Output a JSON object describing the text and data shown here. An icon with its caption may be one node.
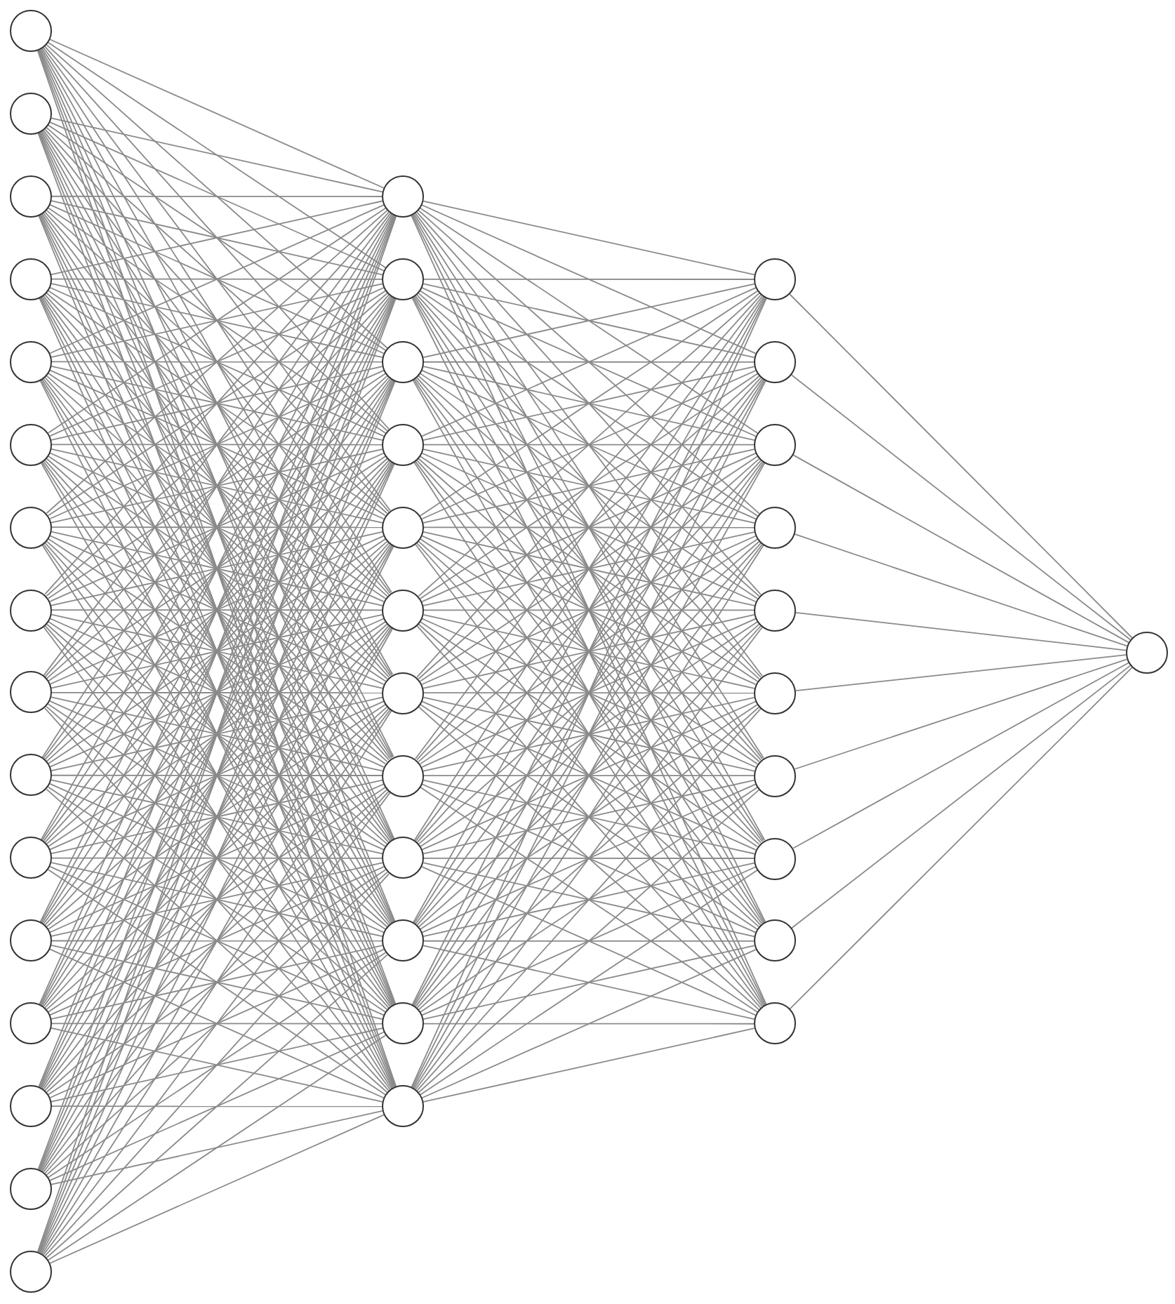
{
  "diagram": {
    "nodes": [
      {
        "text": [],
        "shape": "circle"
      },
      {
        "text": [],
        "shape": "circle"
      },
      {
        "text": [],
        "shape": "circle"
      },
      {
        "text": [],
        "shape": "circle"
      },
      {
        "text": [],
        "shape": "circle"
      },
      {
        "text": [],
        "shape": "circle"
      },
      {
        "text": [],
        "shape": "circle"
      },
      {
        "text": [],
        "shape": "circle"
      },
      {
        "text": [],
        "shape": "circle"
      },
      {
        "text": [],
        "shape": "circle"
      },
      {
        "text": [],
        "shape": "circle"
      },
      {
        "text": [],
        "shape": "circle"
      },
      {
        "text": [],
        "shape": "circle"
      },
      {
        "text": [],
        "shape": "circle"
      },
      {
        "text": [],
        "shape": "circle"
      },
      {
        "text": [],
        "shape": "circle"
      },
      {
        "text": [],
        "shape": "circle"
      },
      {
        "text": [],
        "shape": "circle"
      },
      {
        "text": [],
        "shape": "circle"
      },
      {
        "text": [],
        "shape": "circle"
      },
      {
        "text": [],
        "shape": "circle"
      },
      {
        "text": [],
        "shape": "circle"
      },
      {
        "text": [],
        "shape": "circle"
      },
      {
        "text": [],
        "shape": "circle"
      },
      {
        "text": [],
        "shape": "circle"
      },
      {
        "text": [],
        "shape": "circle"
      },
      {
        "text": [],
        "shape": "circle"
      },
      {
        "text": [],
        "shape": "circle"
      },
      {
        "text": [],
        "shape": "circle"
      },
      {
        "text": [],
        "shape": "circle"
      },
      {
        "text": [],
        "shape": "circle"
      },
      {
        "text": [],
        "shape": "circle"
      },
      {
        "text": [],
        "shape": "circle"
      },
      {
        "text": [],
        "shape": "circle"
      },
      {
        "text": [],
        "shape": "circle"
      },
      {
        "text": [],
        "shape": "circle"
      },
      {
        "text": [],
        "shape": "circle"
      },
      {
        "text": [],
        "shape": "circle"
      },
      {
        "text": [],
        "shape": "circle"
      }
    ],
    "edges": [
      {
        "from": 0,
        "to": 16,
        "arrow": "none"
      },
      {
        "from": 0,
        "to": 17,
        "arrow": "none"
      },
      {
        "from": 0,
        "to": 18,
        "arrow": "none"
      },
      {
        "from": 0,
        "to": 19,
        "arrow": "none"
      },
      {
        "from": 0,
        "to": 20,
        "arrow": "none"
      },
      {
        "from": 0,
        "to": 21,
        "arrow": "none"
      },
      {
        "from": 0,
        "to": 22,
        "arrow": "none"
      },
      {
        "from": 0,
        "to": 23,
        "arrow": "none"
      },
      {
        "from": 0,
        "to": 24,
        "arrow": "none"
      },
      {
        "from": 0,
        "to": 25,
        "arrow": "none"
      },
      {
        "from": 0,
        "to": 26,
        "arrow": "none"
      },
      {
        "from": 0,
        "to": 27,
        "arrow": "none"
      },
      {
        "from": 1,
        "to": 16,
        "arrow": "none"
      },
      {
        "from": 1,
        "to": 17,
        "arrow": "none"
      },
      {
        "from": 1,
        "to": 18,
        "arrow": "none"
      },
      {
        "from": 1,
        "to": 19,
        "arrow": "none"
      },
      {
        "from": 1,
        "to": 20,
        "arrow": "none"
      },
      {
        "from": 1,
        "to": 21,
        "arrow": "none"
      },
      {
        "from": 1,
        "to": 22,
        "arrow": "none"
      },
      {
        "from": 1,
        "to": 23,
        "arrow": "none"
      },
      {
        "from": 1,
        "to": 24,
        "arrow": "none"
      },
      {
        "from": 1,
        "to": 25,
        "arrow": "none"
      },
      {
        "from": 1,
        "to": 26,
        "arrow": "none"
      },
      {
        "from": 1,
        "to": 27,
        "arrow": "none"
      },
      {
        "from": 2,
        "to": 16,
        "arrow": "none"
      },
      {
        "from": 2,
        "to": 17,
        "arrow": "none"
      },
      {
        "from": 2,
        "to": 18,
        "arrow": "none"
      },
      {
        "from": 2,
        "to": 19,
        "arrow": "none"
      },
      {
        "from": 2,
        "to": 20,
        "arrow": "none"
      },
      {
        "from": 2,
        "to": 21,
        "arrow": "none"
      },
      {
        "from": 2,
        "to": 22,
        "arrow": "none"
      },
      {
        "from": 2,
        "to": 23,
        "arrow": "none"
      },
      {
        "from": 2,
        "to": 24,
        "arrow": "none"
      },
      {
        "from": 2,
        "to": 25,
        "arrow": "none"
      },
      {
        "from": 2,
        "to": 26,
        "arrow": "none"
      },
      {
        "from": 2,
        "to": 27,
        "arrow": "none"
      },
      {
        "from": 3,
        "to": 16,
        "arrow": "none"
      },
      {
        "from": 3,
        "to": 17,
        "arrow": "none"
      },
      {
        "from": 3,
        "to": 18,
        "arrow": "none"
      },
      {
        "from": 3,
        "to": 19,
        "arrow": "none"
      },
      {
        "from": 3,
        "to": 20,
        "arrow": "none"
      },
      {
        "from": 3,
        "to": 21,
        "arrow": "none"
      },
      {
        "from": 3,
        "to": 22,
        "arrow": "none"
      },
      {
        "from": 3,
        "to": 23,
        "arrow": "none"
      },
      {
        "from": 3,
        "to": 24,
        "arrow": "none"
      },
      {
        "from": 3,
        "to": 25,
        "arrow": "none"
      },
      {
        "from": 3,
        "to": 26,
        "arrow": "none"
      },
      {
        "from": 3,
        "to": 27,
        "arrow": "none"
      },
      {
        "from": 4,
        "to": 16,
        "arrow": "none"
      },
      {
        "from": 4,
        "to": 17,
        "arrow": "none"
      },
      {
        "from": 4,
        "to": 18,
        "arrow": "none"
      },
      {
        "from": 4,
        "to": 19,
        "arrow": "none"
      },
      {
        "from": 4,
        "to": 20,
        "arrow": "none"
      },
      {
        "from": 4,
        "to": 21,
        "arrow": "none"
      },
      {
        "from": 4,
        "to": 22,
        "arrow": "none"
      },
      {
        "from": 4,
        "to": 23,
        "arrow": "none"
      },
      {
        "from": 4,
        "to": 24,
        "arrow": "none"
      },
      {
        "from": 4,
        "to": 25,
        "arrow": "none"
      },
      {
        "from": 4,
        "to": 26,
        "arrow": "none"
      },
      {
        "from": 4,
        "to": 27,
        "arrow": "none"
      },
      {
        "from": 5,
        "to": 16,
        "arrow": "none"
      },
      {
        "from": 5,
        "to": 17,
        "arrow": "none"
      },
      {
        "from": 5,
        "to": 18,
        "arrow": "none"
      },
      {
        "from": 5,
        "to": 19,
        "arrow": "none"
      },
      {
        "from": 5,
        "to": 20,
        "arrow": "none"
      },
      {
        "from": 5,
        "to": 21,
        "arrow": "none"
      },
      {
        "from": 5,
        "to": 22,
        "arrow": "none"
      },
      {
        "from": 5,
        "to": 23,
        "arrow": "none"
      },
      {
        "from": 5,
        "to": 24,
        "arrow": "none"
      },
      {
        "from": 5,
        "to": 25,
        "arrow": "none"
      },
      {
        "from": 5,
        "to": 26,
        "arrow": "none"
      },
      {
        "from": 5,
        "to": 27,
        "arrow": "none"
      },
      {
        "from": 6,
        "to": 16,
        "arrow": "none"
      },
      {
        "from": 6,
        "to": 17,
        "arrow": "none"
      },
      {
        "from": 6,
        "to": 18,
        "arrow": "none"
      },
      {
        "from": 6,
        "to": 19,
        "arrow": "none"
      },
      {
        "from": 6,
        "to": 20,
        "arrow": "none"
      },
      {
        "from": 6,
        "to": 21,
        "arrow": "none"
      },
      {
        "from": 6,
        "to": 22,
        "arrow": "none"
      },
      {
        "from": 6,
        "to": 23,
        "arrow": "none"
      },
      {
        "from": 6,
        "to": 24,
        "arrow": "none"
      },
      {
        "from": 6,
        "to": 25,
        "arrow": "none"
      },
      {
        "from": 6,
        "to": 26,
        "arrow": "none"
      },
      {
        "from": 6,
        "to": 27,
        "arrow": "none"
      },
      {
        "from": 7,
        "to": 16,
        "arrow": "none"
      },
      {
        "from": 7,
        "to": 17,
        "arrow": "none"
      },
      {
        "from": 7,
        "to": 18,
        "arrow": "none"
      },
      {
        "from": 7,
        "to": 19,
        "arrow": "none"
      },
      {
        "from": 7,
        "to": 20,
        "arrow": "none"
      },
      {
        "from": 7,
        "to": 21,
        "arrow": "none"
      },
      {
        "from": 7,
        "to": 22,
        "arrow": "none"
      },
      {
        "from": 7,
        "to": 23,
        "arrow": "none"
      },
      {
        "from": 7,
        "to": 24,
        "arrow": "none"
      },
      {
        "from": 7,
        "to": 25,
        "arrow": "none"
      },
      {
        "from": 7,
        "to": 26,
        "arrow": "none"
      },
      {
        "from": 7,
        "to": 27,
        "arrow": "none"
      },
      {
        "from": 8,
        "to": 16,
        "arrow": "none"
      },
      {
        "from": 8,
        "to": 17,
        "arrow": "none"
      },
      {
        "from": 8,
        "to": 18,
        "arrow": "none"
      },
      {
        "from": 8,
        "to": 19,
        "arrow": "none"
      },
      {
        "from": 8,
        "to": 20,
        "arrow": "none"
      },
      {
        "from": 8,
        "to": 21,
        "arrow": "none"
      },
      {
        "from": 8,
        "to": 22,
        "arrow": "none"
      },
      {
        "from": 8,
        "to": 23,
        "arrow": "none"
      },
      {
        "from": 8,
        "to": 24,
        "arrow": "none"
      },
      {
        "from": 8,
        "to": 25,
        "arrow": "none"
      },
      {
        "from": 8,
        "to": 26,
        "arrow": "none"
      },
      {
        "from": 8,
        "to": 27,
        "arrow": "none"
      },
      {
        "from": 9,
        "to": 16,
        "arrow": "none"
      },
      {
        "from": 9,
        "to": 17,
        "arrow": "none"
      },
      {
        "from": 9,
        "to": 18,
        "arrow": "none"
      },
      {
        "from": 9,
        "to": 19,
        "arrow": "none"
      },
      {
        "from": 9,
        "to": 20,
        "arrow": "none"
      },
      {
        "from": 9,
        "to": 21,
        "arrow": "none"
      },
      {
        "from": 9,
        "to": 22,
        "arrow": "none"
      },
      {
        "from": 9,
        "to": 23,
        "arrow": "none"
      },
      {
        "from": 9,
        "to": 24,
        "arrow": "none"
      },
      {
        "from": 9,
        "to": 25,
        "arrow": "none"
      },
      {
        "from": 9,
        "to": 26,
        "arrow": "none"
      },
      {
        "from": 9,
        "to": 27,
        "arrow": "none"
      },
      {
        "from": 10,
        "to": 16,
        "arrow": "none"
      },
      {
        "from": 10,
        "to": 17,
        "arrow": "none"
      },
      {
        "from": 10,
        "to": 18,
        "arrow": "none"
      },
      {
        "from": 10,
        "to": 19,
        "arrow": "none"
      },
      {
        "from": 10,
        "to": 20,
        "arrow": "none"
      },
      {
        "from": 10,
        "to": 21,
        "arrow": "none"
      },
      {
        "from": 10,
        "to": 22,
        "arrow": "none"
      },
      {
        "from": 10,
        "to": 23,
        "arrow": "none"
      },
      {
        "from": 10,
        "to": 24,
        "arrow": "none"
      },
      {
        "from": 10,
        "to": 25,
        "arrow": "none"
      },
      {
        "from": 10,
        "to": 26,
        "arrow": "none"
      },
      {
        "from": 10,
        "to": 27,
        "arrow": "none"
      },
      {
        "from": 11,
        "to": 16,
        "arrow": "none"
      },
      {
        "from": 11,
        "to": 17,
        "arrow": "none"
      },
      {
        "from": 11,
        "to": 18,
        "arrow": "none"
      },
      {
        "from": 11,
        "to": 19,
        "arrow": "none"
      },
      {
        "from": 11,
        "to": 20,
        "arrow": "none"
      },
      {
        "from": 11,
        "to": 21,
        "arrow": "none"
      },
      {
        "from": 11,
        "to": 22,
        "arrow": "none"
      },
      {
        "from": 11,
        "to": 23,
        "arrow": "none"
      },
      {
        "from": 11,
        "to": 24,
        "arrow": "none"
      },
      {
        "from": 11,
        "to": 25,
        "arrow": "none"
      },
      {
        "from": 11,
        "to": 26,
        "arrow": "none"
      },
      {
        "from": 11,
        "to": 27,
        "arrow": "none"
      },
      {
        "from": 12,
        "to": 16,
        "arrow": "none"
      },
      {
        "from": 12,
        "to": 17,
        "arrow": "none"
      },
      {
        "from": 12,
        "to": 18,
        "arrow": "none"
      },
      {
        "from": 12,
        "to": 19,
        "arrow": "none"
      },
      {
        "from": 12,
        "to": 20,
        "arrow": "none"
      },
      {
        "from": 12,
        "to": 21,
        "arrow": "none"
      },
      {
        "from": 12,
        "to": 22,
        "arrow": "none"
      },
      {
        "from": 12,
        "to": 23,
        "arrow": "none"
      },
      {
        "from": 12,
        "to": 24,
        "arrow": "none"
      },
      {
        "from": 12,
        "to": 25,
        "arrow": "none"
      },
      {
        "from": 12,
        "to": 26,
        "arrow": "none"
      },
      {
        "from": 12,
        "to": 27,
        "arrow": "none"
      },
      {
        "from": 13,
        "to": 16,
        "arrow": "none"
      },
      {
        "from": 13,
        "to": 17,
        "arrow": "none"
      },
      {
        "from": 13,
        "to": 18,
        "arrow": "none"
      },
      {
        "from": 13,
        "to": 19,
        "arrow": "none"
      },
      {
        "from": 13,
        "to": 20,
        "arrow": "none"
      },
      {
        "from": 13,
        "to": 21,
        "arrow": "none"
      },
      {
        "from": 13,
        "to": 22,
        "arrow": "none"
      },
      {
        "from": 13,
        "to": 23,
        "arrow": "none"
      },
      {
        "from": 13,
        "to": 24,
        "arrow": "none"
      },
      {
        "from": 13,
        "to": 25,
        "arrow": "none"
      },
      {
        "from": 13,
        "to": 26,
        "arrow": "none"
      },
      {
        "from": 13,
        "to": 27,
        "arrow": "none"
      },
      {
        "from": 14,
        "to": 16,
        "arrow": "none"
      },
      {
        "from": 14,
        "to": 17,
        "arrow": "none"
      },
      {
        "from": 14,
        "to": 18,
        "arrow": "none"
      },
      {
        "from": 14,
        "to": 19,
        "arrow": "none"
      },
      {
        "from": 14,
        "to": 20,
        "arrow": "none"
      },
      {
        "from": 14,
        "to": 21,
        "arrow": "none"
      },
      {
        "from": 14,
        "to": 22,
        "arrow": "none"
      },
      {
        "from": 14,
        "to": 23,
        "arrow": "none"
      },
      {
        "from": 14,
        "to": 24,
        "arrow": "none"
      },
      {
        "from": 14,
        "to": 25,
        "arrow": "none"
      },
      {
        "from": 14,
        "to": 26,
        "arrow": "none"
      },
      {
        "from": 14,
        "to": 27,
        "arrow": "none"
      },
      {
        "from": 15,
        "to": 16,
        "arrow": "none"
      },
      {
        "from": 15,
        "to": 17,
        "arrow": "none"
      },
      {
        "from": 15,
        "to": 18,
        "arrow": "none"
      },
      {
        "from": 15,
        "to": 19,
        "arrow": "none"
      },
      {
        "from": 15,
        "to": 20,
        "arrow": "none"
      },
      {
        "from": 15,
        "to": 21,
        "arrow": "none"
      },
      {
        "from": 15,
        "to": 22,
        "arrow": "none"
      },
      {
        "from": 15,
        "to": 23,
        "arrow": "none"
      },
      {
        "from": 15,
        "to": 24,
        "arrow": "none"
      },
      {
        "from": 15,
        "to": 25,
        "arrow": "none"
      },
      {
        "from": 15,
        "to": 26,
        "arrow": "none"
      },
      {
        "from": 15,
        "to": 27,
        "arrow": "none"
      },
      {
        "from": 16,
        "to": 28,
        "arrow": "none"
      },
      {
        "from": 16,
        "to": 29,
        "arrow": "none"
      },
      {
        "from": 16,
        "to": 30,
        "arrow": "none"
      },
      {
        "from": 16,
        "to": 31,
        "arrow": "none"
      },
      {
        "from": 16,
        "to": 32,
        "arrow": "none"
      },
      {
        "from": 16,
        "to": 33,
        "arrow": "none"
      },
      {
        "from": 16,
        "to": 34,
        "arrow": "none"
      },
      {
        "from": 16,
        "to": 35,
        "arrow": "none"
      },
      {
        "from": 16,
        "to": 36,
        "arrow": "none"
      },
      {
        "from": 16,
        "to": 37,
        "arrow": "none"
      },
      {
        "from": 17,
        "to": 28,
        "arrow": "none"
      },
      {
        "from": 17,
        "to": 29,
        "arrow": "none"
      },
      {
        "from": 17,
        "to": 30,
        "arrow": "none"
      },
      {
        "from": 17,
        "to": 31,
        "arrow": "none"
      },
      {
        "from": 17,
        "to": 32,
        "arrow": "none"
      },
      {
        "from": 17,
        "to": 33,
        "arrow": "none"
      },
      {
        "from": 17,
        "to": 34,
        "arrow": "none"
      },
      {
        "from": 17,
        "to": 35,
        "arrow": "none"
      },
      {
        "from": 17,
        "to": 36,
        "arrow": "none"
      },
      {
        "from": 17,
        "to": 37,
        "arrow": "none"
      },
      {
        "from": 18,
        "to": 28,
        "arrow": "none"
      },
      {
        "from": 18,
        "to": 29,
        "arrow": "none"
      },
      {
        "from": 18,
        "to": 30,
        "arrow": "none"
      },
      {
        "from": 18,
        "to": 31,
        "arrow": "none"
      },
      {
        "from": 18,
        "to": 32,
        "arrow": "none"
      },
      {
        "from": 18,
        "to": 33,
        "arrow": "none"
      },
      {
        "from": 18,
        "to": 34,
        "arrow": "none"
      },
      {
        "from": 18,
        "to": 35,
        "arrow": "none"
      },
      {
        "from": 18,
        "to": 36,
        "arrow": "none"
      },
      {
        "from": 18,
        "to": 37,
        "arrow": "none"
      },
      {
        "from": 19,
        "to": 28,
        "arrow": "none"
      },
      {
        "from": 19,
        "to": 29,
        "arrow": "none"
      },
      {
        "from": 19,
        "to": 30,
        "arrow": "none"
      },
      {
        "from": 19,
        "to": 31,
        "arrow": "none"
      },
      {
        "from": 19,
        "to": 32,
        "arrow": "none"
      },
      {
        "from": 19,
        "to": 33,
        "arrow": "none"
      },
      {
        "from": 19,
        "to": 34,
        "arrow": "none"
      },
      {
        "from": 19,
        "to": 35,
        "arrow": "none"
      },
      {
        "from": 19,
        "to": 36,
        "arrow": "none"
      },
      {
        "from": 19,
        "to": 37,
        "arrow": "none"
      },
      {
        "from": 20,
        "to": 28,
        "arrow": "none"
      },
      {
        "from": 20,
        "to": 29,
        "arrow": "none"
      },
      {
        "from": 20,
        "to": 30,
        "arrow": "none"
      },
      {
        "from": 20,
        "to": 31,
        "arrow": "none"
      },
      {
        "from": 20,
        "to": 32,
        "arrow": "none"
      },
      {
        "from": 20,
        "to": 33,
        "arrow": "none"
      },
      {
        "from": 20,
        "to": 34,
        "arrow": "none"
      },
      {
        "from": 20,
        "to": 35,
        "arrow": "none"
      },
      {
        "from": 20,
        "to": 36,
        "arrow": "none"
      },
      {
        "from": 20,
        "to": 37,
        "arrow": "none"
      },
      {
        "from": 21,
        "to": 28,
        "arrow": "none"
      },
      {
        "from": 21,
        "to": 29,
        "arrow": "none"
      },
      {
        "from": 21,
        "to": 30,
        "arrow": "none"
      },
      {
        "from": 21,
        "to": 31,
        "arrow": "none"
      },
      {
        "from": 21,
        "to": 32,
        "arrow": "none"
      },
      {
        "from": 21,
        "to": 33,
        "arrow": "none"
      },
      {
        "from": 21,
        "to": 34,
        "arrow": "none"
      },
      {
        "from": 21,
        "to": 35,
        "arrow": "none"
      },
      {
        "from": 21,
        "to": 36,
        "arrow": "none"
      },
      {
        "from": 21,
        "to": 37,
        "arrow": "none"
      },
      {
        "from": 22,
        "to": 28,
        "arrow": "none"
      },
      {
        "from": 22,
        "to": 29,
        "arrow": "none"
      },
      {
        "from": 22,
        "to": 30,
        "arrow": "none"
      },
      {
        "from": 22,
        "to": 31,
        "arrow": "none"
      },
      {
        "from": 22,
        "to": 32,
        "arrow": "none"
      },
      {
        "from": 22,
        "to": 33,
        "arrow": "none"
      },
      {
        "from": 22,
        "to": 34,
        "arrow": "none"
      },
      {
        "from": 22,
        "to": 35,
        "arrow": "none"
      },
      {
        "from": 22,
        "to": 36,
        "arrow": "none"
      },
      {
        "from": 22,
        "to": 37,
        "arrow": "none"
      },
      {
        "from": 23,
        "to": 28,
        "arrow": "none"
      },
      {
        "from": 23,
        "to": 29,
        "arrow": "none"
      },
      {
        "from": 23,
        "to": 30,
        "arrow": "none"
      },
      {
        "from": 23,
        "to": 31,
        "arrow": "none"
      },
      {
        "from": 23,
        "to": 32,
        "arrow": "none"
      },
      {
        "from": 23,
        "to": 33,
        "arrow": "none"
      },
      {
        "from": 23,
        "to": 34,
        "arrow": "none"
      },
      {
        "from": 23,
        "to": 35,
        "arrow": "none"
      },
      {
        "from": 23,
        "to": 36,
        "arrow": "none"
      },
      {
        "from": 23,
        "to": 37,
        "arrow": "none"
      },
      {
        "from": 24,
        "to": 28,
        "arrow": "none"
      },
      {
        "from": 24,
        "to": 29,
        "arrow": "none"
      },
      {
        "from": 24,
        "to": 30,
        "arrow": "none"
      },
      {
        "from": 24,
        "to": 31,
        "arrow": "none"
      },
      {
        "from": 24,
        "to": 32,
        "arrow": "none"
      },
      {
        "from": 24,
        "to": 33,
        "arrow": "none"
      },
      {
        "from": 24,
        "to": 34,
        "arrow": "none"
      },
      {
        "from": 24,
        "to": 35,
        "arrow": "none"
      },
      {
        "from": 24,
        "to": 36,
        "arrow": "none"
      },
      {
        "from": 24,
        "to": 37,
        "arrow": "none"
      },
      {
        "from": 25,
        "to": 28,
        "arrow": "none"
      },
      {
        "from": 25,
        "to": 29,
        "arrow": "none"
      },
      {
        "from": 25,
        "to": 30,
        "arrow": "none"
      },
      {
        "from": 25,
        "to": 31,
        "arrow": "none"
      },
      {
        "from": 25,
        "to": 32,
        "arrow": "none"
      },
      {
        "from": 25,
        "to": 33,
        "arrow": "none"
      },
      {
        "from": 25,
        "to": 34,
        "arrow": "none"
      },
      {
        "from": 25,
        "to": 35,
        "arrow": "none"
      },
      {
        "from": 25,
        "to": 36,
        "arrow": "none"
      },
      {
        "from": 25,
        "to": 37,
        "arrow": "none"
      },
      {
        "from": 26,
        "to": 28,
        "arrow": "none"
      },
      {
        "from": 26,
        "to": 29,
        "arrow": "none"
      },
      {
        "from": 26,
        "to": 30,
        "arrow": "none"
      },
      {
        "from": 26,
        "to": 31,
        "arrow": "none"
      },
      {
        "from": 26,
        "to": 32,
        "arrow": "none"
      },
      {
        "from": 26,
        "to": 33,
        "arrow": "none"
      },
      {
        "from": 26,
        "to": 34,
        "arrow": "none"
      },
      {
        "from": 26,
        "to": 35,
        "arrow": "none"
      },
      {
        "from": 26,
        "to": 36,
        "arrow": "none"
      },
      {
        "from": 26,
        "to": 37,
        "arrow": "none"
      },
      {
        "from": 27,
        "to": 28,
        "arrow": "none"
      },
      {
        "from": 27,
        "to": 29,
        "arrow": "none"
      },
      {
        "from": 27,
        "to": 30,
        "arrow": "none"
      },
      {
        "from": 27,
        "to": 31,
        "arrow": "none"
      },
      {
        "from": 27,
        "to": 32,
        "arrow": "none"
      },
      {
        "from": 27,
        "to": 33,
        "arrow": "none"
      },
      {
        "from": 27,
        "to": 34,
        "arrow": "none"
      },
      {
        "from": 27,
        "to": 35,
        "arrow": "none"
      },
      {
        "from": 27,
        "to": 36,
        "arrow": "none"
      },
      {
        "from": 27,
        "to": 37,
        "arrow": "none"
      },
      {
        "from": 28,
        "to": 38,
        "arrow": "none"
      },
      {
        "from": 29,
        "to": 38,
        "arrow": "none"
      },
      {
        "from": 30,
        "to": 38,
        "arrow": "none"
      },
      {
        "from": 31,
        "to": 38,
        "arrow": "none"
      },
      {
        "from": 32,
        "to": 38,
        "arrow": "none"
      },
      {
        "from": 33,
        "to": 38,
        "arrow": "none"
      },
      {
        "from": 34,
        "to": 38,
        "arrow": "none"
      },
      {
        "from": 35,
        "to": 38,
        "arrow": "none"
      },
      {
        "from": 36,
        "to": 38,
        "arrow": "none"
      },
      {
        "from": 37,
        "to": 38,
        "arrow": "none"
      }
    ]
  }
}
